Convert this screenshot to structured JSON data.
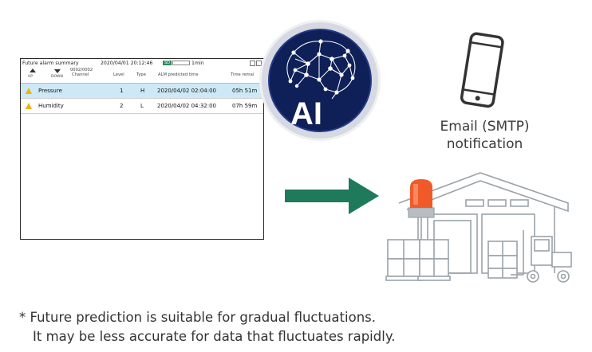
{
  "screen": {
    "title": "Future alarm summary",
    "datetime": "2020/04/01 20:12:46",
    "status_tag": "SD",
    "status_text": "1min",
    "nav_up_label": "UP",
    "nav_down_label": "DOWN",
    "counter": "0002/0002",
    "columns": {
      "channel": "Channel",
      "level": "Level",
      "type": "Type",
      "predicted_time": "ALM predicted time",
      "time_remaining": "Time remai"
    },
    "rows": [
      {
        "channel": "Pressure",
        "level": "1",
        "type": "H",
        "predicted_time": "2020/04/02 02:04:00",
        "time_remaining": "05h 51m",
        "selected": true
      },
      {
        "channel": "Humidity",
        "level": "2",
        "type": "L",
        "predicted_time": "2020/04/02 04:32:00",
        "time_remaining": "07h 59m",
        "selected": false
      }
    ]
  },
  "ai_badge": {
    "label": "AI"
  },
  "notification": {
    "line1": "Email (SMTP)",
    "line2": "notification"
  },
  "footnote": {
    "line1": "* Future prediction is suitable for gradual fluctuations.",
    "line2": "It may be less accurate for data that fluctuates rapidly."
  },
  "colors": {
    "arrow": "#1f7a5c",
    "badge_dark": "#0f1f57",
    "badge_ring": "#dcdde6",
    "selected_row": "#cde9f6",
    "warning": "#f0b400",
    "beacon": "#f05a28",
    "line_art": "#9aa3aa"
  },
  "icons": [
    "ai-brain-icon",
    "arrow-right-icon",
    "smartphone-icon",
    "warehouse-icon",
    "beacon-icon",
    "forklift-icon",
    "pallet-icon",
    "warning-icon"
  ]
}
